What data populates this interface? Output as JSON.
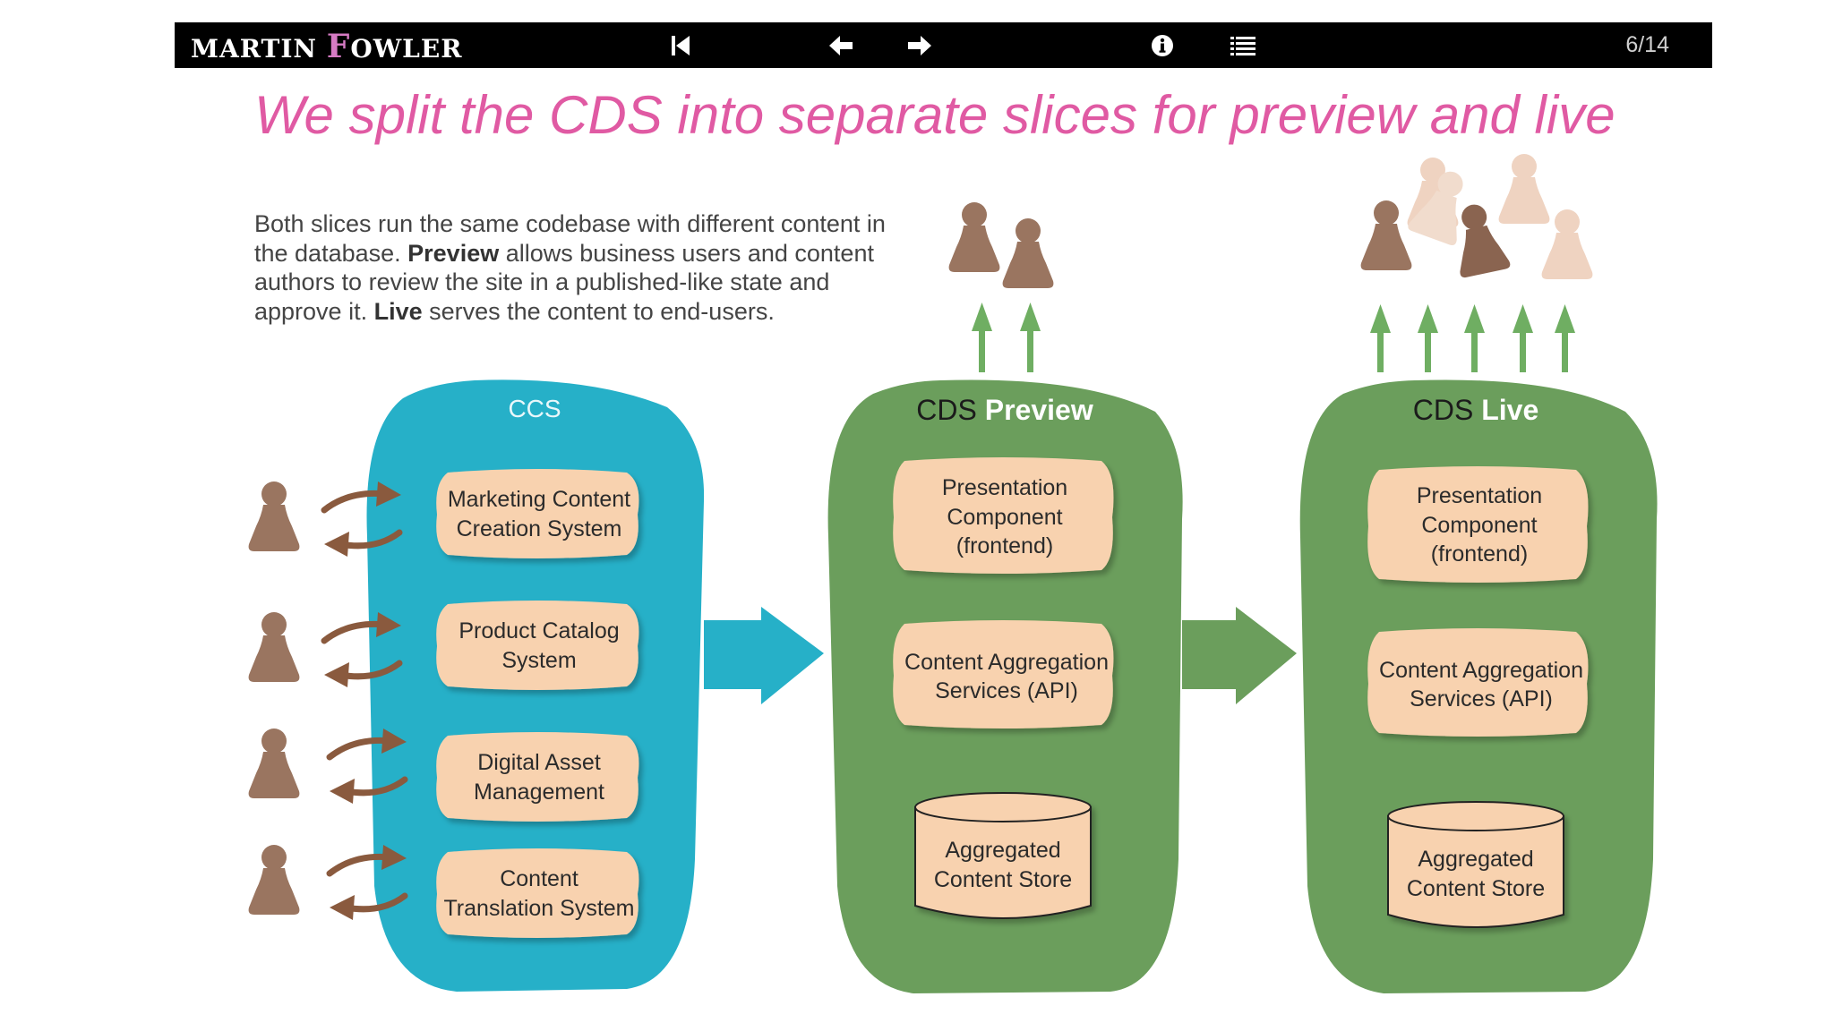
{
  "topbar": {
    "logo_first": "MARTIN",
    "logo_f": "F",
    "logo_rest": "OWLER",
    "page_indicator": "6/14"
  },
  "slide": {
    "title": "We split the CDS into separate slices for preview and live",
    "description": {
      "p1": "Both slices run the same codebase with different content in the database. ",
      "bold1": "Preview",
      "p2": " allows business users and content authors to review the site in a published-like state and approve it. ",
      "bold2": "Live",
      "p3": " serves the content to end-users."
    }
  },
  "ccs": {
    "label": "CCS",
    "systems": [
      {
        "line1": "Marketing Content",
        "line2": "Creation System"
      },
      {
        "line1": "Product Catalog",
        "line2": "System"
      },
      {
        "line1": "Digital Asset",
        "line2": "Management"
      },
      {
        "line1": "Content",
        "line2": "Translation System"
      }
    ]
  },
  "preview": {
    "label_prefix": "CDS ",
    "label_bold": "Preview",
    "component": {
      "line1": "Presentation",
      "line2": "Component",
      "line3": "(frontend)"
    },
    "api": {
      "line1": "Content Aggregation",
      "line2": "Services (API)"
    },
    "store": {
      "line1": "Aggregated",
      "line2": "Content Store"
    }
  },
  "live": {
    "label_prefix": "CDS ",
    "label_bold": "Live",
    "component": {
      "line1": "Presentation",
      "line2": "Component",
      "line3": "(frontend)"
    },
    "api": {
      "line1": "Content Aggregation",
      "line2": "Services (API)"
    },
    "store": {
      "line1": "Aggregated",
      "line2": "Content Store"
    }
  },
  "colors": {
    "ccs_blue": "#26b0c8",
    "cds_green": "#6b9e5c",
    "box_peach": "#f8d2af",
    "person_brown": "#9a7560",
    "arrow_brown": "#8a5a3e",
    "arrow_green": "#6fae62",
    "title_pink": "#e05aa3"
  },
  "icons": [
    "first-slide-icon",
    "prev-arrow-icon",
    "next-arrow-icon",
    "info-icon",
    "list-icon"
  ]
}
